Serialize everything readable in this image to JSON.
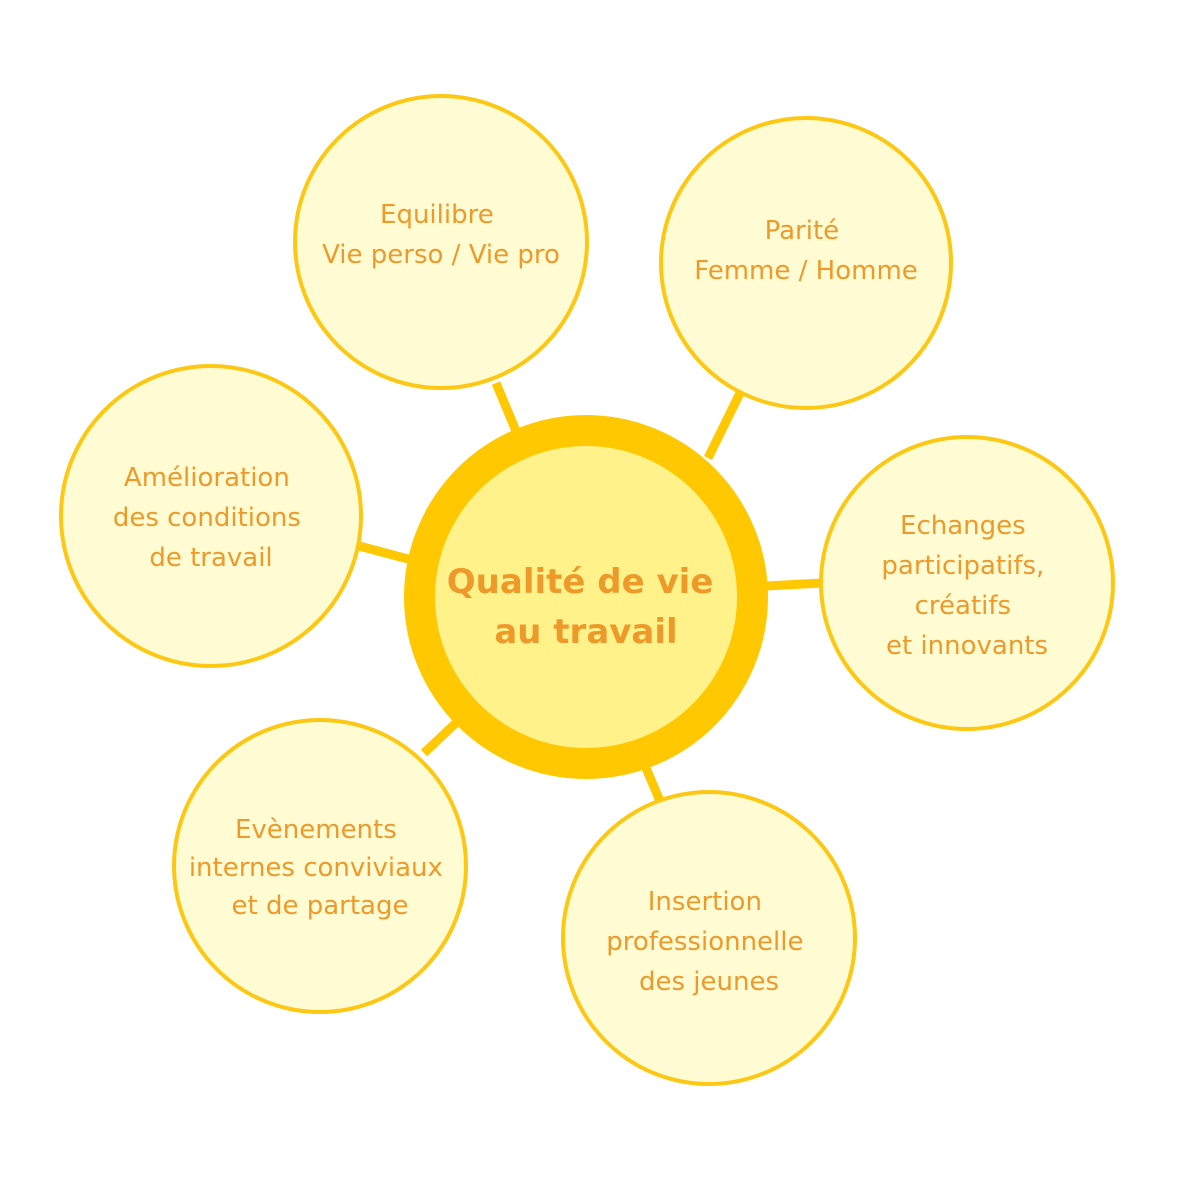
{
  "center": {
    "lines": [
      "Qualité de vie",
      "au travail"
    ]
  },
  "nodes": [
    {
      "id": "equilibre",
      "lines": [
        "Equilibre",
        "Vie perso / Vie pro"
      ]
    },
    {
      "id": "parite",
      "lines": [
        "Parité",
        "Femme / Homme"
      ]
    },
    {
      "id": "echanges",
      "lines": [
        "Echanges",
        "participatifs,",
        "créatifs",
        "et innovants"
      ]
    },
    {
      "id": "insertion",
      "lines": [
        "Insertion",
        "professionnelle",
        "des jeunes"
      ]
    },
    {
      "id": "evenements",
      "lines": [
        "Evènements",
        "internes conviviaux",
        "et de partage"
      ]
    },
    {
      "id": "amelioration",
      "lines": [
        "Amélioration",
        "des conditions",
        "de travail"
      ]
    }
  ],
  "colors": {
    "accent": "#ffc800",
    "node_fill": "#fffbd2",
    "node_stroke": "#fcc814",
    "center_fill": "#fff28a",
    "text": "#ee9a2b"
  }
}
